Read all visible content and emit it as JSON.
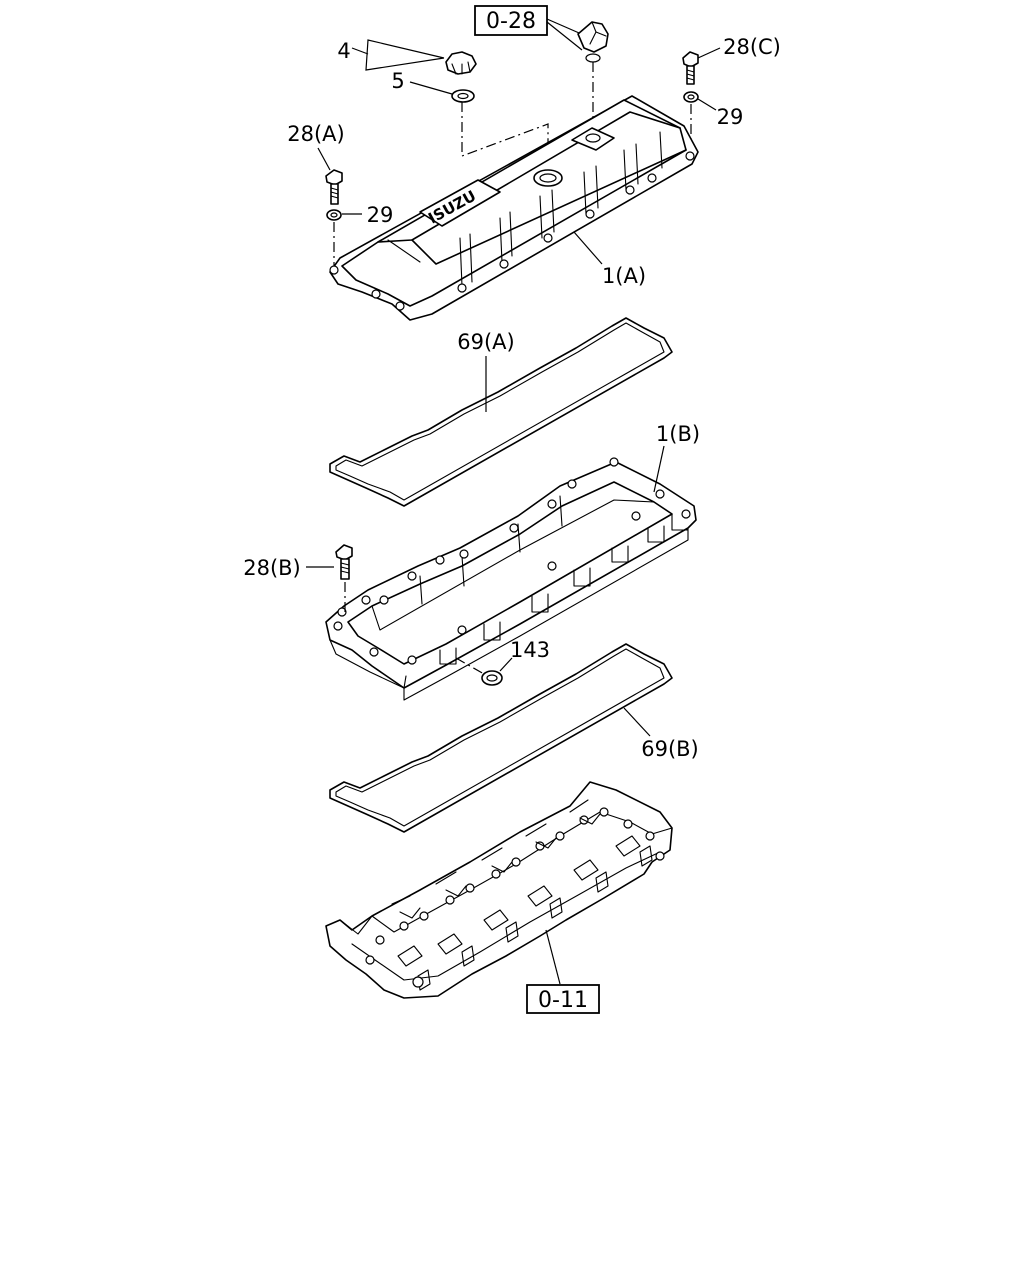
{
  "diagram": {
    "refs": {
      "top_ref": "0-28",
      "bottom_ref": "0-11"
    },
    "labels": {
      "part_4": "4",
      "part_5": "5",
      "part_28c": "28(C)",
      "part_29_right": "29",
      "part_28a": "28(A)",
      "part_29_left": "29",
      "part_1a": "1(A)",
      "part_69a": "69(A)",
      "part_1b": "1(B)",
      "part_28b": "28(B)",
      "part_143": "143",
      "part_69b": "69(B)"
    },
    "cover_logo": "ISUZU"
  }
}
